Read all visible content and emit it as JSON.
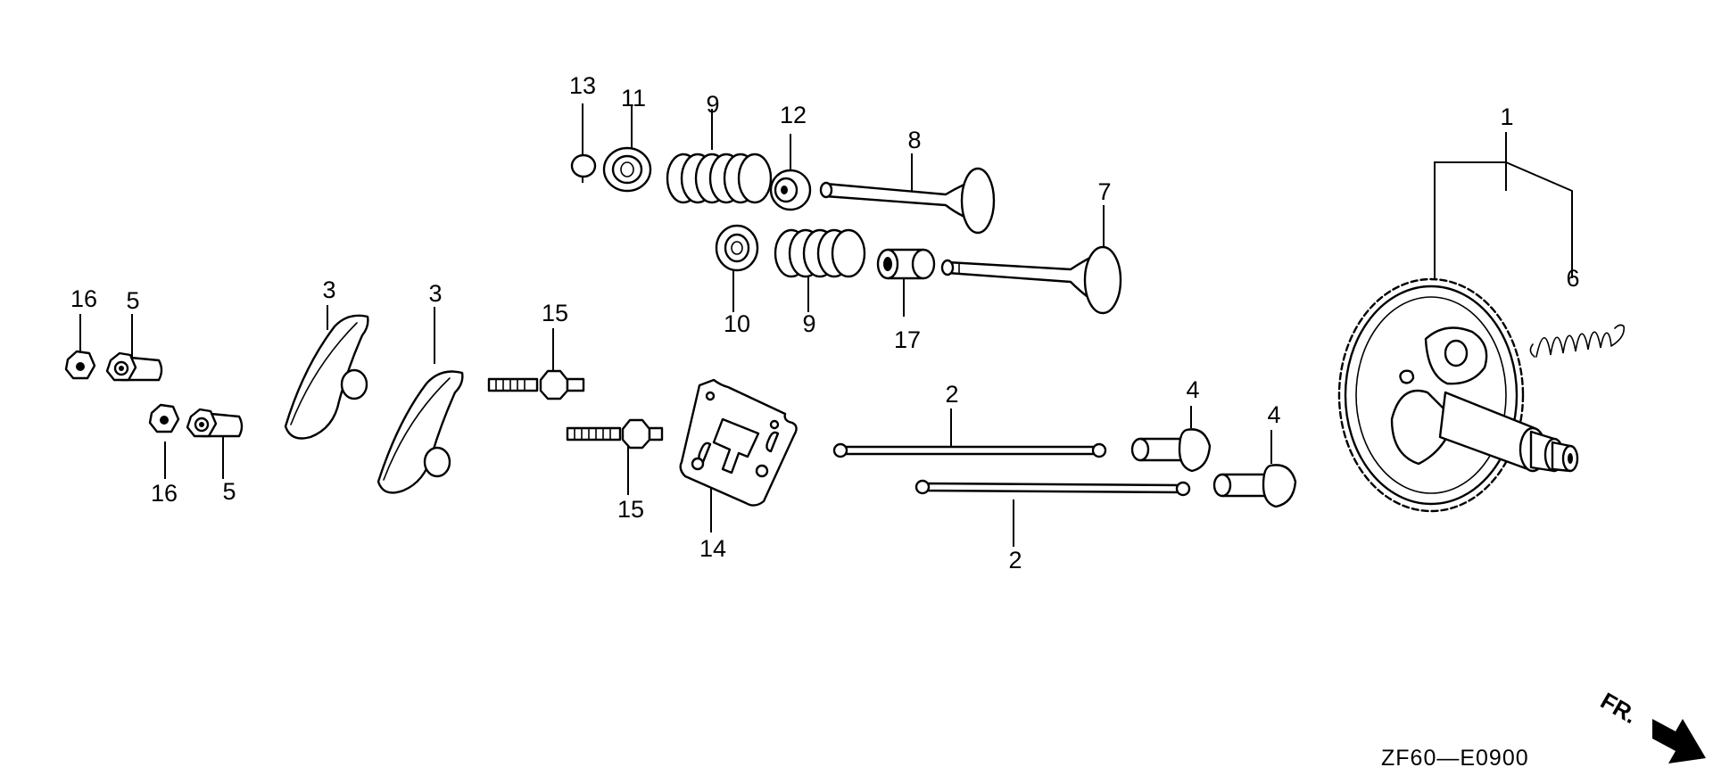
{
  "diagram_code": "ZF60—E0900",
  "direction_label": "FR.",
  "callouts": {
    "c1": "1",
    "c2a": "2",
    "c2b": "2",
    "c3a": "3",
    "c3b": "3",
    "c4a": "4",
    "c4b": "4",
    "c5a": "5",
    "c5b": "5",
    "c6": "6",
    "c7": "7",
    "c8": "8",
    "c9a": "9",
    "c9b": "9",
    "c10": "10",
    "c11": "11",
    "c12": "12",
    "c13": "13",
    "c14": "14",
    "c15a": "15",
    "c15b": "15",
    "c16a": "16",
    "c16b": "16",
    "c17": "17"
  }
}
